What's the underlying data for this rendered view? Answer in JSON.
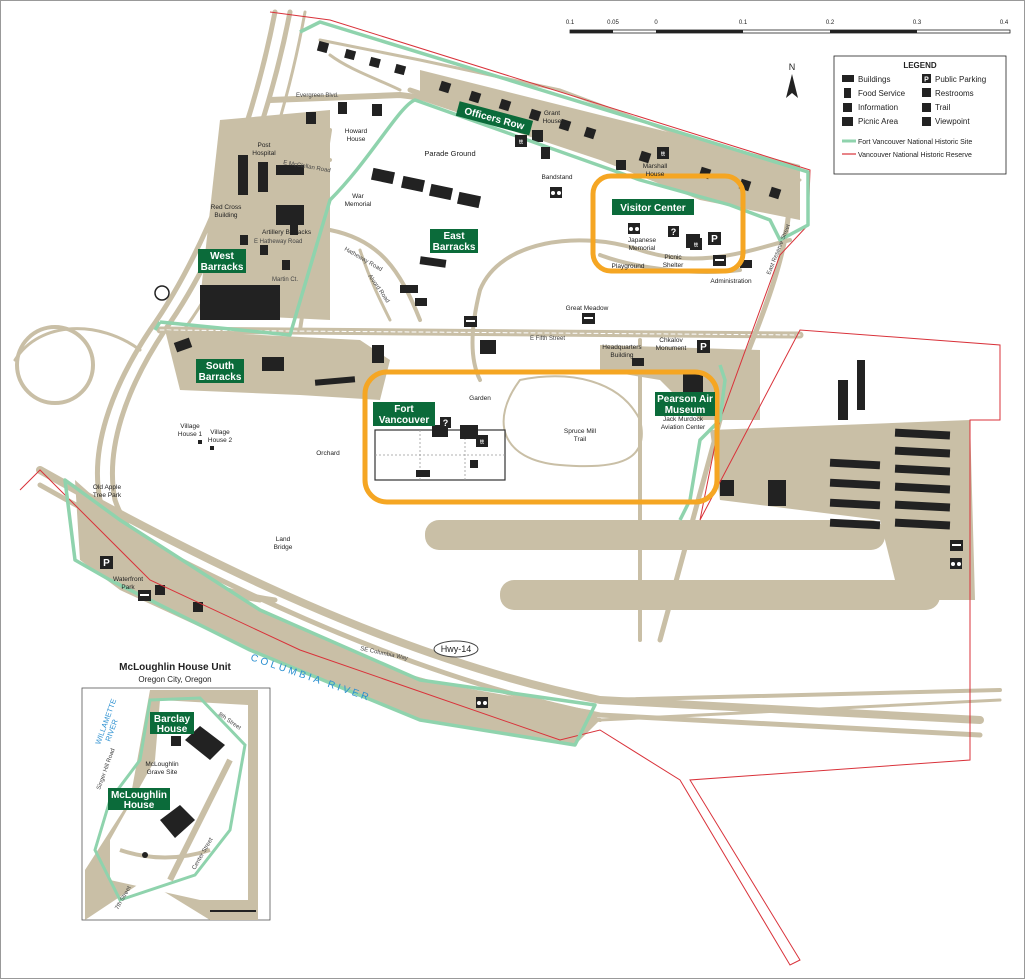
{
  "scale_bar": {
    "ticks": [
      "0.1",
      "0.05",
      "0",
      "0.1",
      "0.2",
      "0.3",
      "0.4"
    ]
  },
  "north_label": "N",
  "legend": {
    "title": "LEGEND",
    "items": [
      {
        "label": "Buildings",
        "icon": "building-icon"
      },
      {
        "label": "Public Parking",
        "icon": "parking-icon"
      },
      {
        "label": "Food Service",
        "icon": "food-service-icon"
      },
      {
        "label": "Restrooms",
        "icon": "restroom-icon"
      },
      {
        "label": "Information",
        "icon": "information-icon"
      },
      {
        "label": "Trail",
        "icon": "trail-icon"
      },
      {
        "label": "Picnic Area",
        "icon": "picnic-icon"
      },
      {
        "label": "Viewpoint",
        "icon": "viewpoint-icon"
      },
      {
        "label": "Fort Vancouver National Historic Site",
        "icon": "green-line-icon"
      },
      {
        "label": "Vancouver National Historic Reserve",
        "icon": "red-line-icon"
      }
    ]
  },
  "colors": {
    "land": "#c9bfa6",
    "boundary_green": "#8fd3ad",
    "boundary_red": "#d9323a",
    "label_green": "#0b6b3a",
    "highlight": "#f5a623",
    "river": "#2a8fd0"
  },
  "green_labels": {
    "officers_row": "Officers Row",
    "visitor_center": "Visitor Center",
    "west_barracks_1": "West",
    "west_barracks_2": "Barracks",
    "east_barracks_1": "East",
    "east_barracks_2": "Barracks",
    "south_barracks_1": "South",
    "south_barracks_2": "Barracks",
    "fort_vancouver_1": "Fort",
    "fort_vancouver_2": "Vancouver",
    "pearson_1": "Pearson Air",
    "pearson_2": "Museum"
  },
  "labels": {
    "evergreen": "Evergreen Blvd.",
    "howard_house_1": "Howard",
    "howard_house_2": "House",
    "grant_house_1": "Grant",
    "grant_house_2": "House",
    "parade_ground": "Parade Ground",
    "bandstand": "Bandstand",
    "marshall_house_1": "Marshall",
    "marshall_house_2": "House",
    "post_hospital_1": "Post",
    "post_hospital_2": "Hospital",
    "mcclellan_road": "E McClellan Road",
    "war_memorial_1": "War",
    "war_memorial_2": "Memorial",
    "red_cross_1": "Red Cross",
    "red_cross_2": "Building",
    "artillery_barracks": "Artillery Barracks",
    "hatheway_road": "E Hatheway Road",
    "martin_ct": "Martin Ct.",
    "hathaway_road2": "Hatheway Road",
    "alvord_road": "Alvord Road",
    "japanese_memorial_1": "Japanese",
    "japanese_memorial_2": "Memorial",
    "playground": "Playground",
    "picnic_shelter_1": "Picnic",
    "picnic_shelter_2": "Shelter",
    "administration": "Administration",
    "east_reserve_street": "East Reserve Street",
    "great_meadow": "Great Meadow",
    "e_fifth_street": "E Fifth Street",
    "headquarters_1": "Headquarters",
    "headquarters_2": "Building",
    "chkalov_1": "Chkalov",
    "chkalov_2": "Monument",
    "garden": "Garden",
    "spruce_mill_1": "Spruce Mill",
    "spruce_mill_2": "Trail",
    "jack_murdock_1": "Jack Murdock",
    "jack_murdock_2": "Aviation Center",
    "village_house_1": "Village",
    "village_house_1b": "House 1",
    "village_house_2": "Village",
    "village_house_2b": "House 2",
    "orchard": "Orchard",
    "old_apple_1": "Old Apple",
    "old_apple_2": "Tree Park",
    "land_bridge_1": "Land",
    "land_bridge_2": "Bridge",
    "waterfront_1": "Waterfront",
    "waterfront_2": "Park",
    "columbia_way": "SE Columbia Way",
    "hwy": "Hwy-14",
    "river": "COLUMBIA RIVER"
  },
  "inset": {
    "title": "McLoughlin House Unit",
    "subtitle": "Oregon City, Oregon",
    "willamette_1": "WILLAMETTE",
    "willamette_2": "RIVER",
    "barclay_1": "Barclay",
    "barclay_2": "House",
    "mcloughlin_1": "McLoughlin",
    "mcloughlin_2": "House",
    "grave_1": "McLoughlin",
    "grave_2": "Grave Site",
    "eighth_street": "8th Street",
    "singer_hill": "Singer Hill Road",
    "center_street": "Center Street",
    "seventh_street": "7th Street"
  }
}
